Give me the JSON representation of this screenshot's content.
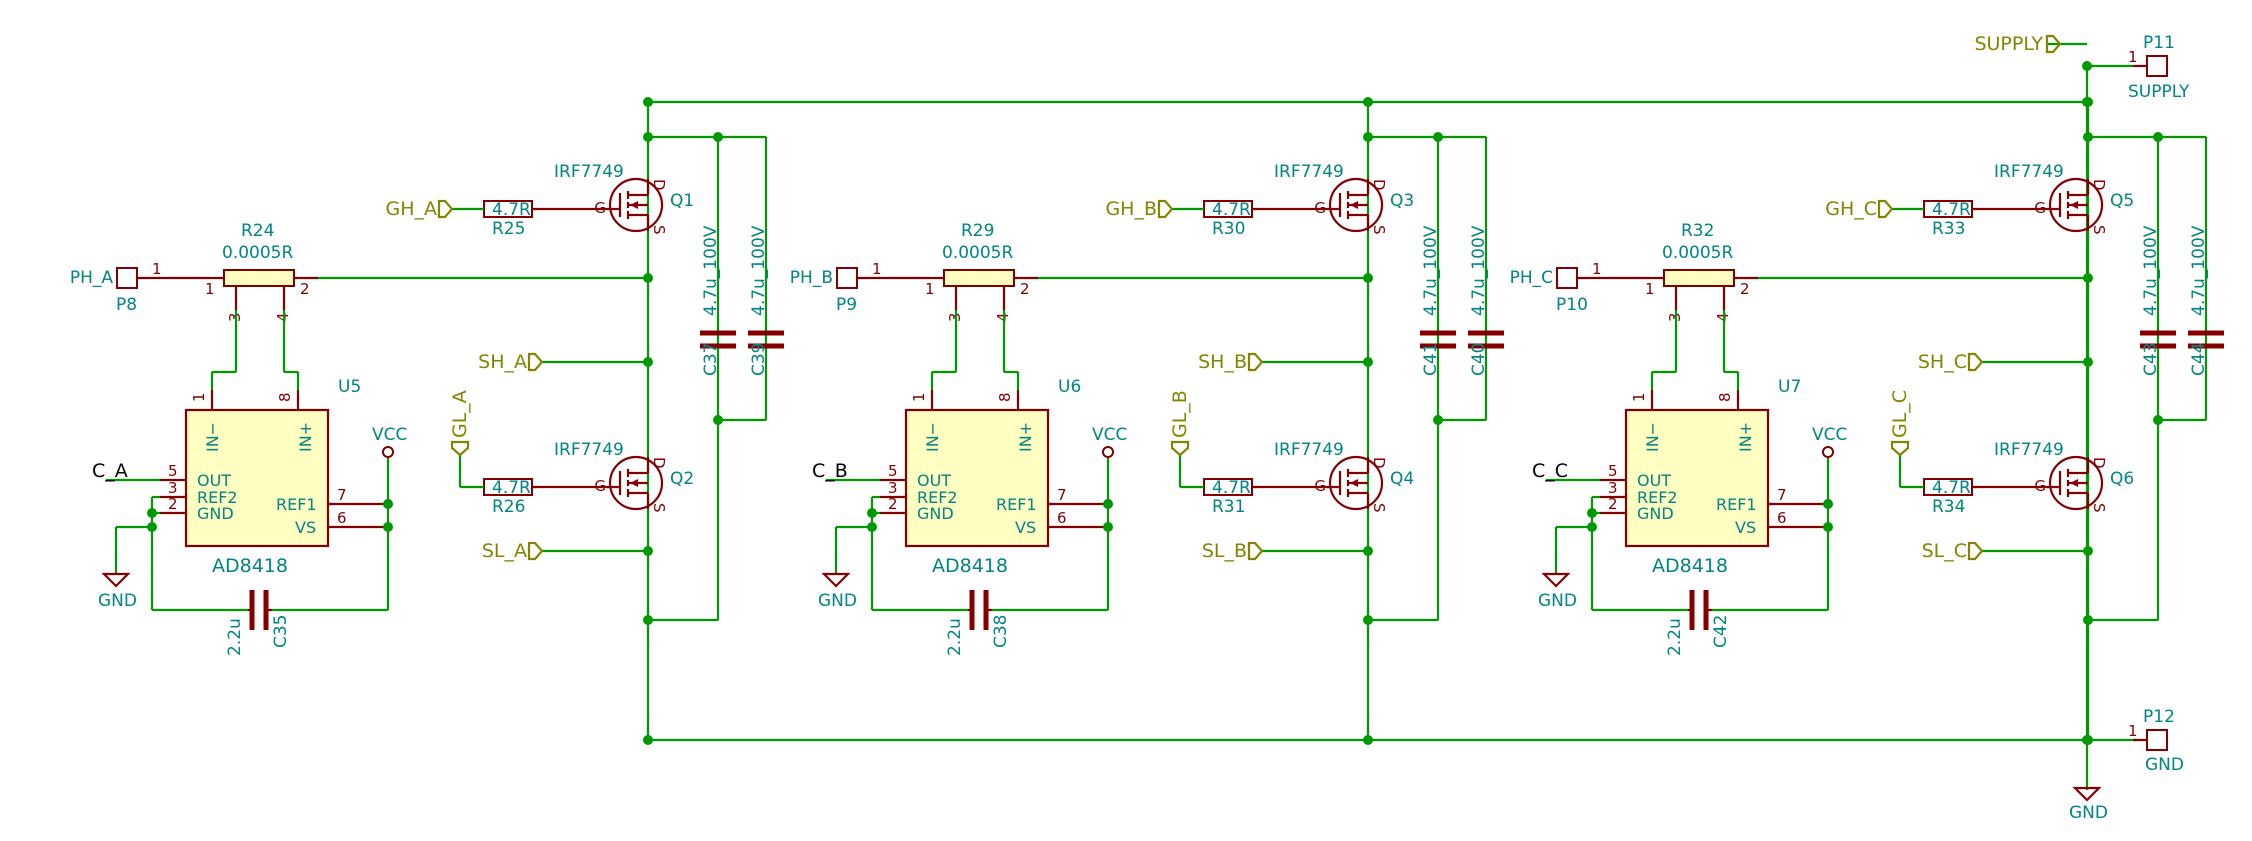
{
  "channels": [
    {
      "phase_label": "PH_A",
      "conn_ref": "P8",
      "conn_pin": "1",
      "shunt_ref": "R24",
      "shunt_val": "0.0005R",
      "sense_ref": "U5",
      "sense_val": "AD8418",
      "sense_out": "C_A",
      "vcc": "VCC",
      "gnd": "GND",
      "cap_ref": "C35",
      "cap_val": "2.2u",
      "gh": "GH_A",
      "sh": "SH_A",
      "gl": "GL_A",
      "sl": "SL_A",
      "hi_fet_ref": "Q1",
      "lo_fet_ref": "Q2",
      "fet_val": "IRF7749",
      "hi_res_ref": "R25",
      "lo_res_ref": "R26",
      "res_val": "4.7R",
      "bulk1_ref": "C37",
      "bulk2_ref": "C39",
      "bulk_val": "4.7u_100V"
    },
    {
      "phase_label": "PH_B",
      "conn_ref": "P9",
      "conn_pin": "1",
      "shunt_ref": "R29",
      "shunt_val": "0.0005R",
      "sense_ref": "U6",
      "sense_val": "AD8418",
      "sense_out": "C_B",
      "vcc": "VCC",
      "gnd": "GND",
      "cap_ref": "C38",
      "cap_val": "2.2u",
      "gh": "GH_B",
      "sh": "SH_B",
      "gl": "GL_B",
      "sl": "SL_B",
      "hi_fet_ref": "Q3",
      "lo_fet_ref": "Q4",
      "fet_val": "IRF7749",
      "hi_res_ref": "R30",
      "lo_res_ref": "R31",
      "res_val": "4.7R",
      "bulk1_ref": "C41",
      "bulk2_ref": "C40",
      "bulk_val": "4.7u_100V"
    },
    {
      "phase_label": "PH_C",
      "conn_ref": "P10",
      "conn_pin": "1",
      "shunt_ref": "R32",
      "shunt_val": "0.0005R",
      "sense_ref": "U7",
      "sense_val": "AD8418",
      "sense_out": "C_C",
      "vcc": "VCC",
      "gnd": "GND",
      "cap_ref": "C42",
      "cap_val": "2.2u",
      "gh": "GH_C",
      "sh": "SH_C",
      "gl": "GL_C",
      "sl": "SL_C",
      "hi_fet_ref": "Q5",
      "lo_fet_ref": "Q6",
      "fet_val": "IRF7749",
      "hi_res_ref": "R33",
      "lo_res_ref": "R34",
      "res_val": "4.7R",
      "bulk1_ref": "C43",
      "bulk2_ref": "C44",
      "bulk_val": "4.7u_100V"
    }
  ],
  "ic_pins": {
    "in_minus": "IN−",
    "in_plus": "IN+",
    "out": "OUT",
    "ref2": "REF2",
    "gnd": "GND",
    "ref1": "REF1",
    "vs": "VS",
    "n1": "1",
    "n2": "2",
    "n3": "3",
    "n4": "4",
    "n5": "5",
    "n6": "6",
    "n7": "7",
    "n8": "8"
  },
  "fet_pins": {
    "g": "G",
    "d": "D",
    "s": "S"
  },
  "shunt_pins": {
    "p1": "1",
    "p2": "2",
    "p3": "3",
    "p4": "4"
  },
  "supply": {
    "port_label": "SUPPLY",
    "conn_ref": "P11",
    "conn_val": "SUPPLY",
    "conn_pin": "1"
  },
  "ground": {
    "conn_ref": "P12",
    "conn_val": "GND",
    "conn_pin": "1",
    "symbol_label": "GND"
  },
  "colors": {
    "wire": "#009900",
    "component": "#840000",
    "ref_text": "#008484",
    "label_text": "#848400",
    "ic_fill": "#ffffc2"
  }
}
